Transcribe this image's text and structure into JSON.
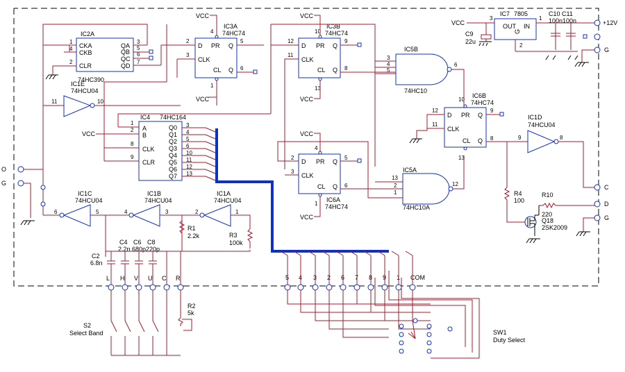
{
  "ics": {
    "ic2a": {
      "ref": "IC2A",
      "type": "74HC390",
      "pins_in": [
        "CKA",
        "CKB",
        "CLR"
      ],
      "pins_out": [
        "QA",
        "QB",
        "QC",
        "QD"
      ]
    },
    "ic3a": {
      "ref": "IC3A",
      "type": "74HC74"
    },
    "ic3b": {
      "ref": "IC3B",
      "type": "74HC74"
    },
    "ic6a": {
      "ref": "IC6A",
      "type": "74HC74"
    },
    "ic6b": {
      "ref": "IC6B",
      "type": "74HC74"
    },
    "ic4": {
      "ref": "IC4",
      "type": "74HC164",
      "outs": [
        "Q0",
        "Q1",
        "Q2",
        "Q3",
        "Q4",
        "Q5",
        "Q6",
        "Q7"
      ]
    },
    "ic5b": {
      "ref": "IC5B",
      "type": "74HC10"
    },
    "ic5a": {
      "ref": "IC5A",
      "type": "74HC10A"
    },
    "ic7": {
      "ref": "IC7",
      "type": "7805",
      "pins": [
        "OUT",
        "IN",
        "G"
      ]
    },
    "ic1e": {
      "ref": "IC1E",
      "type": "74HCU04"
    },
    "ic1c": {
      "ref": "IC1C",
      "type": "74HCU04"
    },
    "ic1b": {
      "ref": "IC1B",
      "type": "74HCU04"
    },
    "ic1a": {
      "ref": "IC1A",
      "type": "74HCU04"
    },
    "ic1d": {
      "ref": "IC1D",
      "type": "74HCU04"
    }
  },
  "ff_labels": {
    "d": "D",
    "pr": "PR",
    "q": "Q",
    "clk": "CLK",
    "cl": "CL",
    "qn": "Q"
  },
  "dec_pins": {
    "a": "A",
    "b": "B",
    "clk": "CLK",
    "clr": "CLR"
  },
  "vcc": "VCC",
  "supply": {
    "plus12": "+12V",
    "g": "G"
  },
  "passives": {
    "c9": {
      "ref": "C9",
      "val": "22u"
    },
    "c10": {
      "ref": "C10 C11",
      "val": "100n100n"
    },
    "c2": {
      "ref": "C2",
      "val": "6.8n"
    },
    "c4": {
      "ref": "C4",
      "val": "2.2n"
    },
    "c6": {
      "ref": "C6",
      "val": "680p"
    },
    "c8": {
      "ref": "C8",
      "val": "220p"
    },
    "r1": {
      "ref": "R1",
      "val": "2.2k"
    },
    "r2": {
      "ref": "R2",
      "val": "5k"
    },
    "r3": {
      "ref": "R3",
      "val": "100k"
    },
    "r4": {
      "ref": "R4",
      "val": "100"
    },
    "r10": {
      "ref": "R10",
      "val": "220"
    },
    "q18": {
      "ref": "Q18",
      "val": "2SK2009"
    }
  },
  "band_labels": [
    "L",
    "H",
    "V",
    "U",
    "C",
    "R"
  ],
  "sw2": {
    "ref": "S2",
    "name": "Select Band"
  },
  "duty_labels": [
    "5",
    "4",
    "3",
    "2",
    "6",
    "7",
    "8",
    "9",
    "1",
    "COM"
  ],
  "sw1": {
    "ref": "SW1",
    "name": "Duty Select"
  },
  "left_terms": {
    "o": "O",
    "g": "G"
  },
  "right_terms": {
    "c": "C",
    "d": "D",
    "g": "G"
  },
  "pins": {
    "ic2a": [
      "1",
      "4",
      "2",
      "3",
      "5",
      "6",
      "7"
    ],
    "ic3a": [
      "2",
      "3",
      "4",
      "5",
      "6",
      "1"
    ],
    "ic3b": [
      "12",
      "11",
      "10",
      "9",
      "8",
      "13"
    ],
    "ic6a": [
      "2",
      "3",
      "4",
      "5",
      "6",
      "1"
    ],
    "ic6b": [
      "12",
      "11",
      "10",
      "9",
      "8",
      "13"
    ],
    "ic5b": [
      "3",
      "4",
      "5",
      "6"
    ],
    "ic5a": [
      "13",
      "2",
      "1",
      "12"
    ],
    "ic4": [
      "1",
      "2",
      "8",
      "9",
      "3",
      "4",
      "5",
      "6",
      "10",
      "11",
      "12",
      "13"
    ],
    "ic1e": [
      "11",
      "10"
    ],
    "ic1c": [
      "6",
      "5"
    ],
    "ic1b": [
      "4",
      "3"
    ],
    "ic1a": [
      "2",
      "1"
    ],
    "ic1d": [
      "9",
      "8"
    ],
    "ic7": [
      "3",
      "1",
      "2"
    ]
  }
}
